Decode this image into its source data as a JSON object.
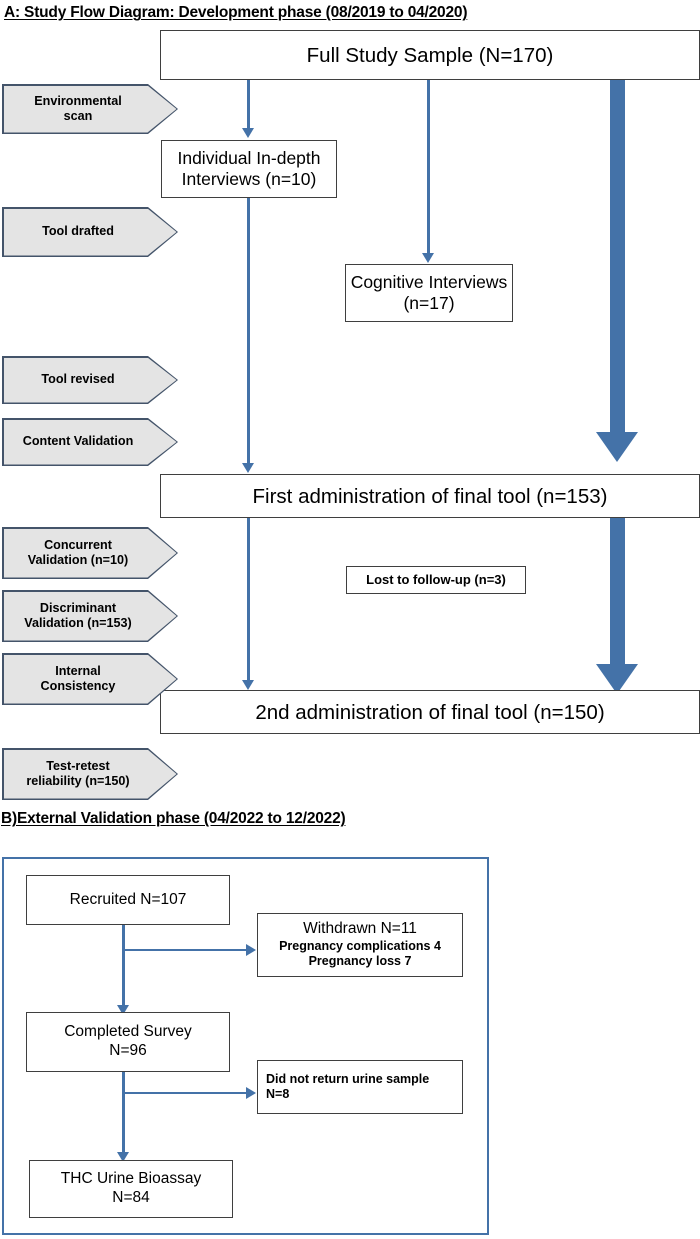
{
  "panel_a": {
    "title": "A: Study Flow Diagram: Development phase (08/2019 to 04/2020)",
    "boxes": {
      "full_sample": "Full Study Sample (N=170)",
      "individual_interviews": [
        "Individual In-depth",
        "Interviews (n=10)"
      ],
      "cognitive_interviews": [
        "Cognitive Interviews",
        "(n=17)"
      ],
      "first_admin": "First administration of final tool (n=153)",
      "lost_followup": "Lost to follow-up (n=3)",
      "second_admin": "2nd administration of final tool (n=150)"
    },
    "stages": [
      {
        "lines": [
          "Environmental",
          "scan"
        ]
      },
      {
        "lines": [
          "Tool drafted"
        ]
      },
      {
        "lines": [
          "Tool revised"
        ]
      },
      {
        "lines": [
          "Content Validation"
        ]
      },
      {
        "lines": [
          "Concurrent",
          "Validation (n=10)"
        ]
      },
      {
        "lines": [
          "Discriminant",
          "Validation (n=153)"
        ]
      },
      {
        "lines": [
          "Internal",
          "Consistency"
        ]
      },
      {
        "lines": [
          "Test-retest",
          "reliability (n=150)"
        ]
      }
    ]
  },
  "panel_b": {
    "title": "B)External Validation phase (04/2022 to 12/2022)",
    "boxes": {
      "recruited": [
        "Recruited N=107"
      ],
      "withdrawn": [
        "Withdrawn N=11",
        "Pregnancy complications 4",
        "Pregnancy loss 7"
      ],
      "completed_survey": [
        "Completed Survey",
        "N=96"
      ],
      "no_urine": [
        "Did not return urine sample",
        "N=8"
      ],
      "bioassay": [
        "THC Urine Bioassay",
        "N=84"
      ]
    }
  },
  "colors": {
    "arrow_blue": "#4472a8",
    "chevron_fill": "#e4e4e4",
    "chevron_border": "#44546a",
    "box_border": "#3f3f3f",
    "panel_border": "#4472a8"
  }
}
